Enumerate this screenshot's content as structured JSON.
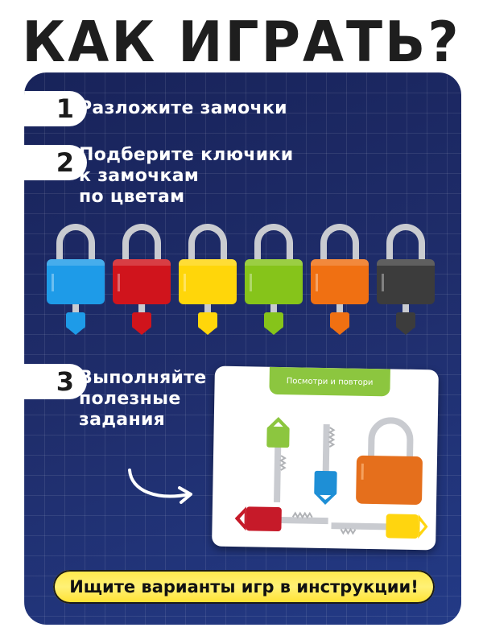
{
  "title": "КАК ИГРАТЬ?",
  "steps": [
    {
      "number": "1",
      "text": "Разложите замочки"
    },
    {
      "number": "2",
      "lines": [
        "Подберите ключики",
        "к замочкам",
        "по цветам"
      ]
    },
    {
      "number": "3",
      "lines": [
        "Выполняйте",
        "полезные",
        "задания"
      ]
    }
  ],
  "locks": [
    {
      "name": "blue",
      "color": "#1e9be8"
    },
    {
      "name": "red",
      "color": "#d0141c"
    },
    {
      "name": "yellow",
      "color": "#ffd60a"
    },
    {
      "name": "green",
      "color": "#86c41a"
    },
    {
      "name": "orange",
      "color": "#f07012"
    },
    {
      "name": "black",
      "color": "#3c3c3c"
    }
  ],
  "card": {
    "header": "Посмотри и повтори",
    "items": [
      "green-key",
      "blue-key",
      "orange-padlock",
      "red-key",
      "yellow-key"
    ]
  },
  "callout": "Ищите варианты игр в инструкции!",
  "colors": {
    "panel_bg": "#1c2a66",
    "callout_bg": "#ffe94a",
    "card_tab": "#8cc63f"
  }
}
